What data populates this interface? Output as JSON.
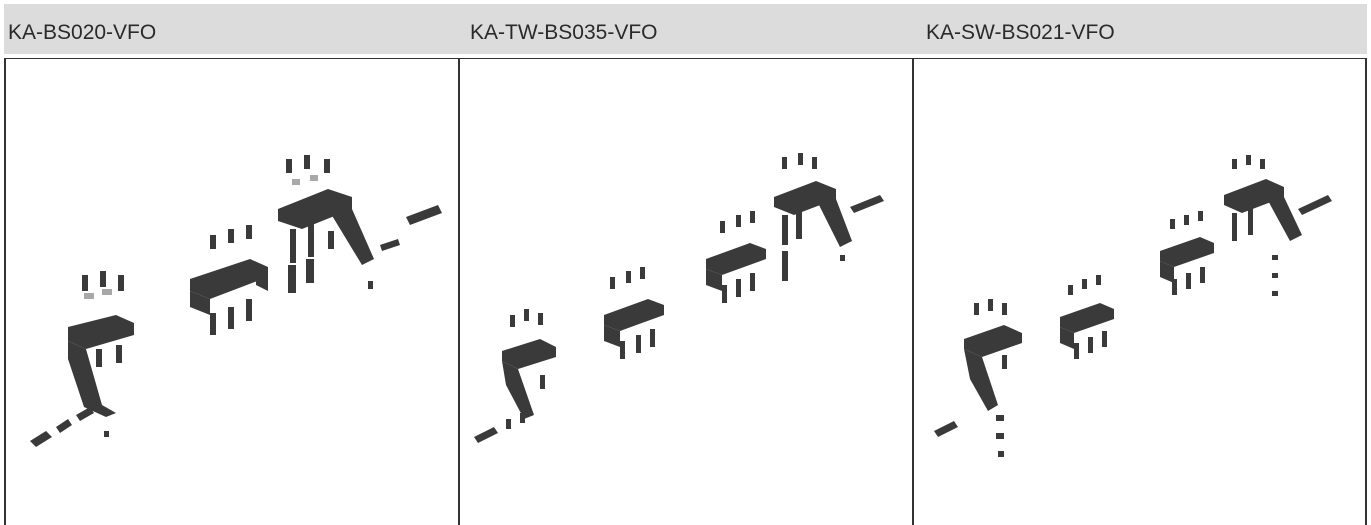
{
  "table": {
    "columns": [
      {
        "model": "KA-BS020-VFO",
        "image_name": "exploded-assembly-drawing"
      },
      {
        "model": "KA-TW-BS035-VFO",
        "image_name": "exploded-assembly-drawing"
      },
      {
        "model": "KA-SW-BS021-VFO",
        "image_name": "exploded-assembly-drawing"
      }
    ]
  },
  "colors": {
    "header_bg": "#dcdcdc",
    "border": "#333333",
    "part_dark": "#3a3a3a",
    "part_mid": "#6a6a6a",
    "part_light": "#a8a8a8"
  }
}
